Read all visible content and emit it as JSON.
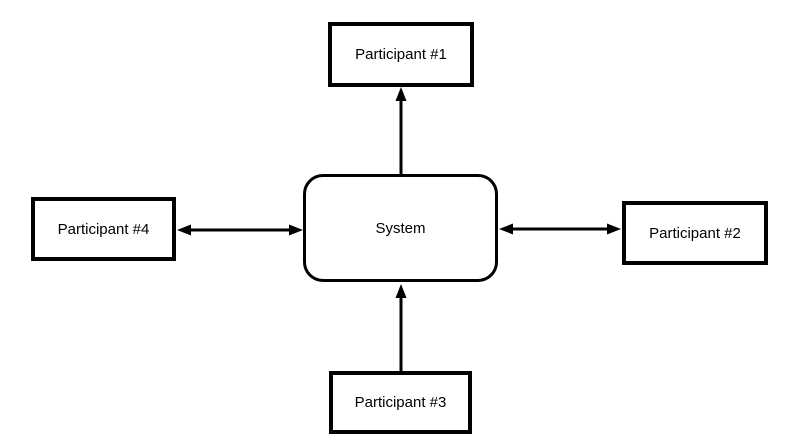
{
  "diagram": {
    "type": "hub-and-spoke",
    "nodes": [
      {
        "id": "participant-1",
        "label": "Participant #1",
        "shape": "rectangle",
        "position": "top"
      },
      {
        "id": "participant-2",
        "label": "Participant #2",
        "shape": "rectangle",
        "position": "right"
      },
      {
        "id": "participant-3",
        "label": "Participant #3",
        "shape": "rectangle",
        "position": "bottom"
      },
      {
        "id": "participant-4",
        "label": "Participant #4",
        "shape": "rectangle",
        "position": "left"
      },
      {
        "id": "system",
        "label": "System",
        "shape": "rounded-rectangle",
        "position": "center"
      }
    ],
    "edges": [
      {
        "from": "system",
        "to": "participant-1",
        "arrowheads": "single",
        "direction": "up"
      },
      {
        "from": "participant-3",
        "to": "system",
        "arrowheads": "single",
        "direction": "up"
      },
      {
        "from": "system",
        "to": "participant-4",
        "arrowheads": "double",
        "direction": "horizontal"
      },
      {
        "from": "system",
        "to": "participant-2",
        "arrowheads": "double",
        "direction": "horizontal"
      }
    ],
    "colors": {
      "line": "#000000",
      "text": "#000000",
      "background": "#ffffff"
    }
  }
}
